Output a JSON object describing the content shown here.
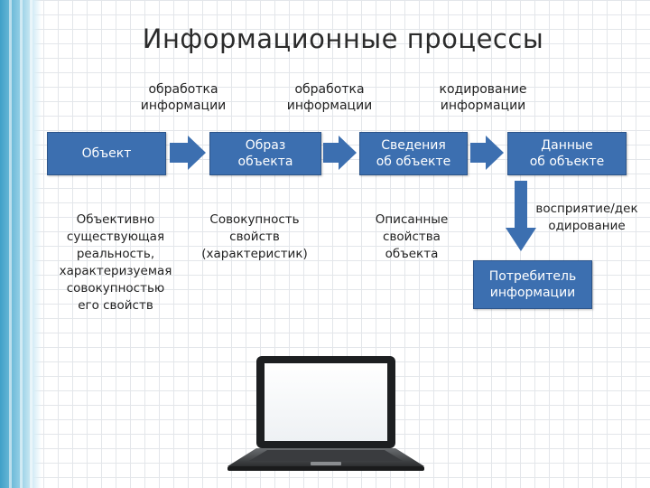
{
  "title": "Информационные процессы",
  "processes": [
    "обработка\nинформации",
    "обработка\nинформации",
    "кодирование\nинформации"
  ],
  "boxes": [
    "Объект",
    "Образ\nобъекта",
    "Сведения\nоб объекте",
    "Данные\nоб объекте"
  ],
  "descriptions": [
    "Объективно\nсуществующая\nреальность,\nхарактеризуемая\nсовокупностью\nего свойств",
    "Совокупность\nсвойств\n(характеристик)",
    "Описанные\nсвойства\nобъекта"
  ],
  "perception_label": "восприятие/дек\nодирование",
  "consumer_box": "Потребитель\nинформации",
  "colors": {
    "box_fill": "#3c6fb0",
    "arrow_fill": "#3c6fb0",
    "side_band": "#3fa0c8"
  },
  "icons": {
    "laptop": "laptop-icon"
  }
}
